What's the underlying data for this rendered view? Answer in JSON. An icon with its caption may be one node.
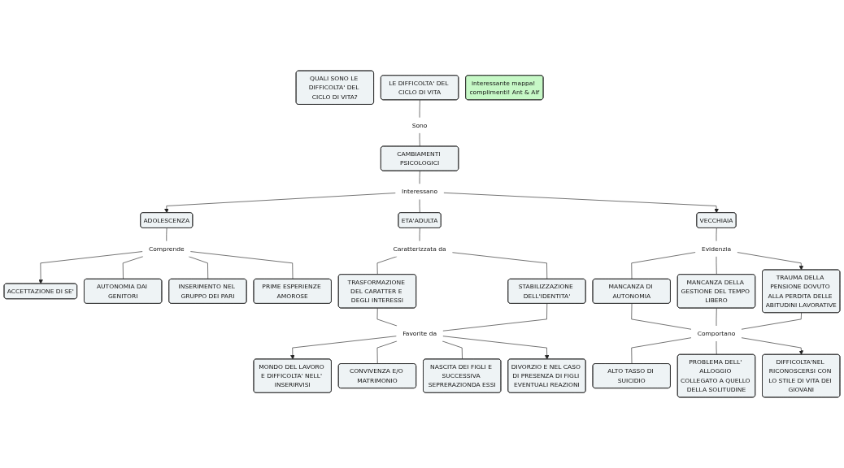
{
  "diagram": {
    "nodes": [
      {
        "text": [
          "QUALI SONO LE DIFFICOLTA' DEL CICLO DI VITA?"
        ]
      },
      {
        "text": [
          "LE DIFFICOLTA' DEL CICLO DI VITA"
        ]
      },
      {
        "text": [
          "interessante mappa! complimenti! Ant & Alf"
        ]
      },
      {
        "text": [
          "Sono"
        ]
      },
      {
        "text": [
          "CAMBIAMENTI PSICOLOGICI"
        ]
      },
      {
        "text": [
          "Interessano"
        ]
      },
      {
        "text": [
          "ADOLESCENZA"
        ]
      },
      {
        "text": [
          "VECCHIAIA"
        ]
      },
      {
        "text": [
          "ETA'ADULTA"
        ]
      },
      {
        "text": [
          "Comprende"
        ]
      },
      {
        "text": [
          "Evidenzia"
        ]
      },
      {
        "text": [
          "ACCETTAZIONE DI SE'"
        ]
      },
      {
        "text": [
          "TRAUMA DELLA PENSIONE DOVUTO ALLA PERDITA DELLE ABITUDINI LAVORATIVE"
        ]
      },
      {
        "text": [
          "Caratterizzata da"
        ]
      },
      {
        "text": [
          "PRIME ESPERIENZE AMOROSE"
        ]
      },
      {
        "text": [
          "MANCANZA DI AUTONOMIA"
        ]
      },
      {
        "text": [
          "MANCANZA DELLA GESTIONE DEL TEMPO LIBERO"
        ]
      },
      {
        "text": [
          "AUTONOMIA DAI GENITORI"
        ]
      },
      {
        "text": [
          "INSERIMENTO NEL GRUPPO DEI PARI"
        ]
      },
      {
        "text": [
          "TRASFORMAZIONE DEL CARATTER E DEGLI INTERESSI"
        ]
      },
      {
        "text": [
          "STABILIZZAZIONE DELL'IDENTITA'"
        ]
      },
      {
        "text": [
          "Comportano"
        ]
      },
      {
        "text": [
          "DIFFICOLTA'NEL RICONOSCERSI CON LO STILE DI VITA DEI GIOVANI"
        ]
      },
      {
        "text": [
          "Favorite da"
        ]
      },
      {
        "text": [
          "MONDO DEL LAVORO E DIFFICOLTA' NELL' INSERIRVISI"
        ]
      },
      {
        "text": [
          "DIVORZIO E NEL CASO DI PRESENZA DI FIGLI EVENTUALI REAZIONI"
        ]
      },
      {
        "text": [
          "ALTO TASSO DI SUICIDIO"
        ]
      },
      {
        "text": [
          "CONVIVENZA E/O MATRIMONIO"
        ]
      },
      {
        "text": [
          "PROBLEMA DELL' ALLOGGIO COLLEGATO A QUELLO DELLA SOLITUDINE"
        ]
      },
      {
        "text": [
          "NASCITA DEI FIGLI E SUCCESSIVA SEPRERAZIONDA ESSI"
        ]
      }
    ],
    "edges": [
      {
        "from": 1,
        "to": 3,
        "arrow": "none"
      },
      {
        "from": 3,
        "to": 4,
        "arrow": "none"
      },
      {
        "from": 4,
        "to": 5,
        "arrow": "none"
      },
      {
        "from": 5,
        "to": 6,
        "arrow": "to"
      },
      {
        "from": 5,
        "to": 8,
        "arrow": "none"
      },
      {
        "from": 5,
        "to": 7,
        "arrow": "to"
      },
      {
        "from": 6,
        "to": 9,
        "arrow": "none"
      },
      {
        "from": 9,
        "to": 11,
        "arrow": "to"
      },
      {
        "from": 9,
        "to": 17,
        "arrow": "none"
      },
      {
        "from": 9,
        "to": 18,
        "arrow": "none"
      },
      {
        "from": 9,
        "to": 14,
        "arrow": "none"
      },
      {
        "from": 8,
        "to": 13,
        "arrow": "none"
      },
      {
        "from": 13,
        "to": 19,
        "arrow": "none"
      },
      {
        "from": 13,
        "to": 20,
        "arrow": "none"
      },
      {
        "from": 19,
        "to": 23,
        "arrow": "none"
      },
      {
        "from": 20,
        "to": 23,
        "arrow": "none"
      },
      {
        "from": 23,
        "to": 24,
        "arrow": "to"
      },
      {
        "from": 23,
        "to": 27,
        "arrow": "none"
      },
      {
        "from": 23,
        "to": 29,
        "arrow": "none"
      },
      {
        "from": 23,
        "to": 25,
        "arrow": "to"
      },
      {
        "from": 7,
        "to": 10,
        "arrow": "none"
      },
      {
        "from": 10,
        "to": 15,
        "arrow": "none"
      },
      {
        "from": 10,
        "to": 16,
        "arrow": "none"
      },
      {
        "from": 10,
        "to": 12,
        "arrow": "to"
      },
      {
        "from": 15,
        "to": 21,
        "arrow": "none"
      },
      {
        "from": 16,
        "to": 21,
        "arrow": "none"
      },
      {
        "from": 12,
        "to": 21,
        "arrow": "none"
      },
      {
        "from": 21,
        "to": 26,
        "arrow": "none"
      },
      {
        "from": 21,
        "to": 28,
        "arrow": "none"
      },
      {
        "from": 21,
        "to": 22,
        "arrow": "to"
      }
    ]
  }
}
